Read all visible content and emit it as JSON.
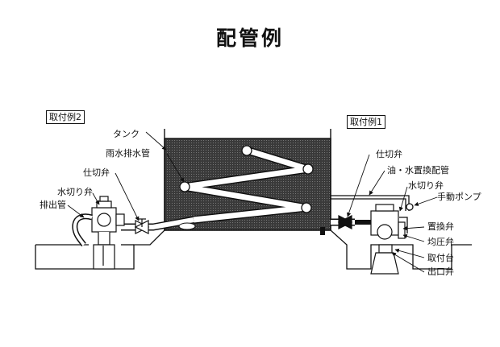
{
  "title": "配管例",
  "examples": {
    "example2": "取付例2",
    "example1": "取付例1"
  },
  "labels": {
    "tank": "タンク",
    "rain_drain_pipe": "雨水排水管",
    "gate_valve_left": "仕切弁",
    "water_cutoff_valve_left": "水切り弁",
    "drain_pipe": "排出管",
    "gate_valve_right": "仕切弁",
    "oil_water_replacement_pipe": "油・水置換配管",
    "water_cutoff_valve_right": "水切り弁",
    "hand_pump": "手動ポンプ",
    "replacement_valve": "置換弁",
    "pressure_equalizing_valve": "均圧弁",
    "mounting_base": "取付台",
    "outlet_valve": "出口弁"
  }
}
